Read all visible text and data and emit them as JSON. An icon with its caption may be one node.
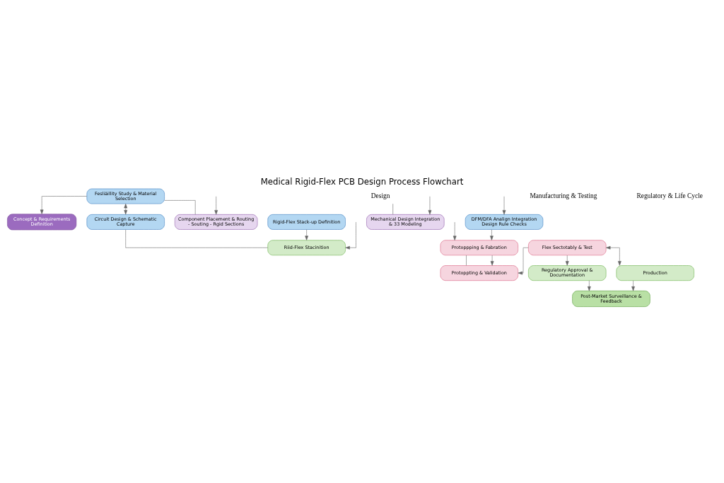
{
  "diagram": {
    "title": "Medical Rigid-Flex PCB Design Process Flowchart",
    "nodes": [
      {
        "text": [
          "Concept & Requirements Definition"
        ]
      },
      {
        "text": [
          "Design"
        ]
      },
      {
        "text": [
          "Fesliäillity Study & Material Selection"
        ]
      },
      {
        "text": [
          "Circuit Design & Schematic Capture"
        ]
      },
      {
        "text": [
          "Rigid-Flex Stack-up Definition"
        ]
      },
      {
        "text": [
          "Riid-Flex Stacinition"
        ]
      },
      {
        "text": [
          "Component Placement & Routing - Souting - Rgid Sections"
        ]
      },
      {
        "text": [
          "Mechanical Design Integration & 33 Modeling"
        ]
      },
      {
        "text": [
          "DFM/DFA Analign Integration Design Rule Checks"
        ]
      },
      {
        "text": [
          "Protoppping & Fabration"
        ]
      },
      {
        "text": [
          "Protoppting & Validation"
        ]
      },
      {
        "text": [
          "Flex Sectotably & Test"
        ]
      },
      {
        "text": [
          "Regulatory Approval & Documentation"
        ]
      },
      {
        "text": [
          "Production"
        ]
      },
      {
        "text": [
          "Post-Market Surveillance & Feedback"
        ]
      }
    ],
    "edges": [
      {
        "from": 2,
        "to": 0,
        "arrow": "to"
      },
      {
        "from": 2,
        "to": 3,
        "arrow": "both"
      },
      {
        "from": null,
        "to": 5,
        "arrow": "to"
      },
      {
        "from": null,
        "to": 6,
        "arrow": "to"
      },
      {
        "from": null,
        "to": 7,
        "arrow": "to"
      },
      {
        "from": null,
        "to": 8,
        "arrow": "to"
      },
      {
        "from": 2,
        "to": 6,
        "arrow": "none"
      },
      {
        "from": 3,
        "to": 5,
        "arrow": "none"
      },
      {
        "from": 4,
        "to": 5,
        "arrow": "to"
      },
      {
        "from": 1,
        "to": 7,
        "arrow": "none"
      },
      {
        "from": 8,
        "to": 9,
        "arrow": "to"
      },
      {
        "from": null,
        "to": 9,
        "arrow": "to"
      },
      {
        "from": 9,
        "to": 10,
        "arrow": "none"
      },
      {
        "from": 9,
        "to": 10,
        "arrow": "to"
      },
      {
        "from": 11,
        "to": 10,
        "arrow": "to"
      },
      {
        "from": 11,
        "to": 13,
        "arrow": "both"
      },
      {
        "from": 11,
        "to": 12,
        "arrow": "to"
      },
      {
        "from": 12,
        "to": 14,
        "arrow": "to"
      },
      {
        "from": 13,
        "to": 14,
        "arrow": "to"
      }
    ],
    "labels": [
      "Manufacturing & Testing",
      "Regulatory & Life Cycle"
    ]
  }
}
